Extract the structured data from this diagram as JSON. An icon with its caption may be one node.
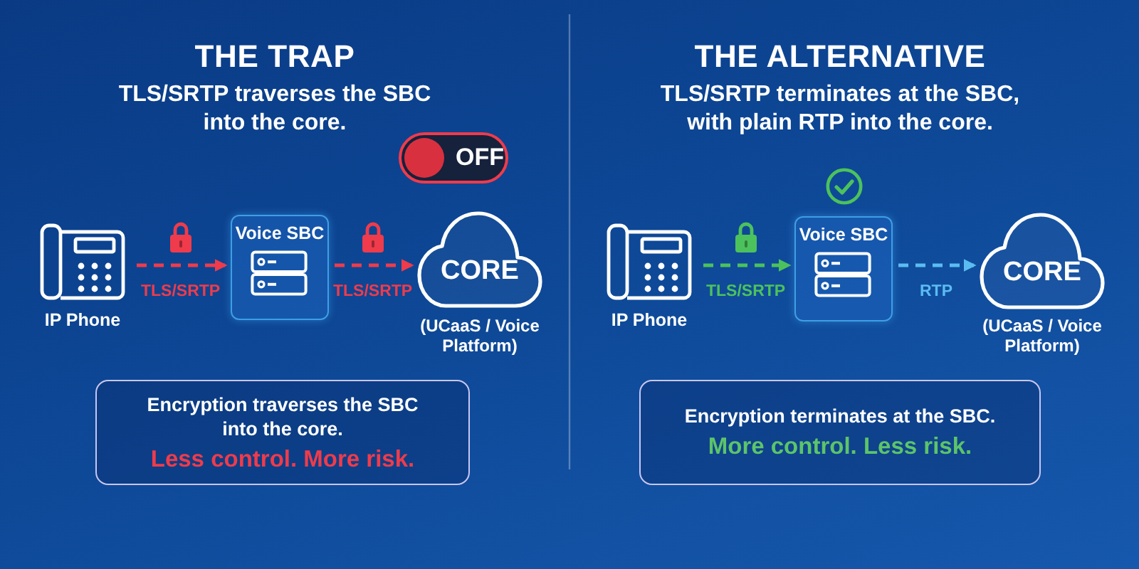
{
  "diagram": {
    "nodes": [
      {
        "text": [
          "IP Phone"
        ]
      },
      {
        "text": [
          "Voice SBC"
        ]
      },
      {
        "text": [
          "CORE"
        ],
        "beside": [
          "(UCaaS / Voice Platform)"
        ]
      },
      {
        "text": [
          "Encryption traverses the SBC into the core.",
          "Less control. More risk."
        ]
      },
      {
        "text": [
          "IP Phone"
        ]
      },
      {
        "text": [
          "Voice SBC"
        ]
      },
      {
        "text": [
          "CORE"
        ],
        "beside": [
          "(UCaaS / Voice Platform)"
        ]
      },
      {
        "text": [
          "Encryption terminates at the SBC.",
          "More control. Less risk."
        ]
      }
    ],
    "edges": [
      {
        "from": 0,
        "to": 1,
        "arrow": "to",
        "label": "TLS/SRTP",
        "style": "dashed",
        "color": "#ef3b4b"
      },
      {
        "from": 1,
        "to": 2,
        "arrow": "to",
        "label": "TLS/SRTP",
        "style": "dashed",
        "color": "#ef3b4b"
      },
      {
        "from": 4,
        "to": 5,
        "arrow": "to",
        "label": "TLS/SRTP",
        "style": "dashed",
        "color": "#4cc25c"
      },
      {
        "from": 5,
        "to": 6,
        "arrow": "to",
        "label": "RTP",
        "style": "dashed",
        "color": "#5bbcf0"
      }
    ],
    "labels": [
      "THE TRAP",
      "TLS/SRTP traverses the SBC into the core.",
      "OFF",
      "THE ALTERNATIVE",
      "TLS/SRTP terminates at the SBC, with plain RTP into the core."
    ]
  }
}
